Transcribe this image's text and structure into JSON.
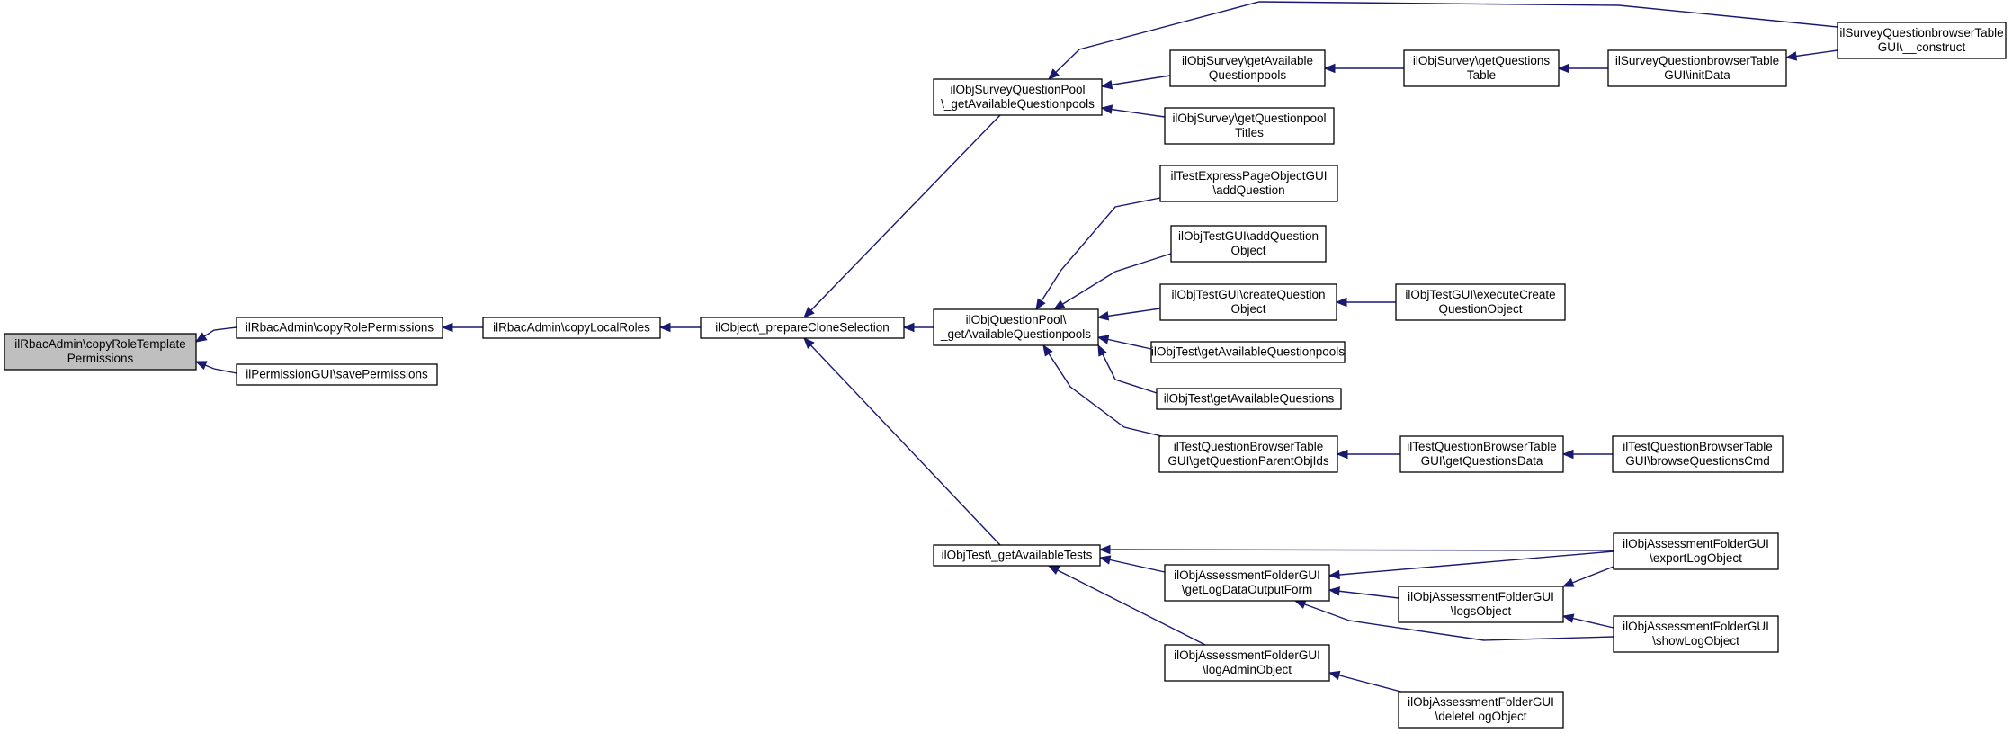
{
  "diagram": {
    "colors": {
      "edge": "#191970",
      "node_border": "#000000",
      "node_fill": "#ffffff",
      "highlight_fill": "#bfbfbf",
      "background": "#ffffff"
    },
    "nodes": [
      {
        "id": "copyRoleTemplatePermissions",
        "lines": [
          "ilRbacAdmin\\copyRoleTemplate",
          "Permissions"
        ],
        "highlight": true
      },
      {
        "id": "copyRolePermissions",
        "lines": [
          "ilRbacAdmin\\copyRolePermissions"
        ]
      },
      {
        "id": "savePermissions",
        "lines": [
          "ilPermissionGUI\\savePermissions"
        ]
      },
      {
        "id": "copyLocalRoles",
        "lines": [
          "ilRbacAdmin\\copyLocalRoles"
        ]
      },
      {
        "id": "prepareCloneSelection",
        "lines": [
          "ilObject\\_prepareCloneSelection"
        ]
      },
      {
        "id": "surveyQP",
        "lines": [
          "ilObjSurveyQuestionPool",
          "\\_getAvailableQuestionpools"
        ]
      },
      {
        "id": "questionPool",
        "lines": [
          "ilObjQuestionPool\\",
          "_getAvailableQuestionpools"
        ]
      },
      {
        "id": "availableTests",
        "lines": [
          "ilObjTest\\_getAvailableTests"
        ]
      },
      {
        "id": "surveyGetAvailQP",
        "lines": [
          "ilObjSurvey\\getAvailable",
          "Questionpools"
        ]
      },
      {
        "id": "surveyGetQPTitles",
        "lines": [
          "ilObjSurvey\\getQuestionpool",
          "Titles"
        ]
      },
      {
        "id": "surveyGetQuestionsTable",
        "lines": [
          "ilObjSurvey\\getQuestions",
          "Table"
        ]
      },
      {
        "id": "surveyQBTInitData",
        "lines": [
          "ilSurveyQuestionbrowserTable",
          "GUI\\initData"
        ]
      },
      {
        "id": "surveyQBTConstruct",
        "lines": [
          "ilSurveyQuestionbrowserTable",
          "GUI\\__construct"
        ]
      },
      {
        "id": "testExpressAddQuestion",
        "lines": [
          "ilTestExpressPageObjectGUI",
          "\\addQuestion"
        ]
      },
      {
        "id": "objTestGuiAddQuestionObject",
        "lines": [
          "ilObjTestGUI\\addQuestion",
          "Object"
        ]
      },
      {
        "id": "objTestGuiCreateQuestionObject",
        "lines": [
          "ilObjTestGUI\\createQuestion",
          "Object"
        ]
      },
      {
        "id": "objTestGetAvailQP",
        "lines": [
          "ilObjTest\\getAvailableQuestionpools"
        ]
      },
      {
        "id": "objTestGetAvailQuestions",
        "lines": [
          "ilObjTest\\getAvailableQuestions"
        ]
      },
      {
        "id": "tqbtGetParentObjIds",
        "lines": [
          "ilTestQuestionBrowserTable",
          "GUI\\getQuestionParentObjIds"
        ]
      },
      {
        "id": "testGuiExecuteCreate",
        "lines": [
          "ilObjTestGUI\\executeCreate",
          "QuestionObject"
        ]
      },
      {
        "id": "tqbtGetQuestionsData",
        "lines": [
          "ilTestQuestionBrowserTable",
          "GUI\\getQuestionsData"
        ]
      },
      {
        "id": "tqbtBrowseQuestionsCmd",
        "lines": [
          "ilTestQuestionBrowserTable",
          "GUI\\browseQuestionsCmd"
        ]
      },
      {
        "id": "afGetLogDataOutputForm",
        "lines": [
          "ilObjAssessmentFolderGUI",
          "\\getLogDataOutputForm"
        ]
      },
      {
        "id": "afLogAdminObject",
        "lines": [
          "ilObjAssessmentFolderGUI",
          "\\logAdminObject"
        ]
      },
      {
        "id": "afLogsObject",
        "lines": [
          "ilObjAssessmentFolderGUI",
          "\\logsObject"
        ]
      },
      {
        "id": "afDeleteLogObject",
        "lines": [
          "ilObjAssessmentFolderGUI",
          "\\deleteLogObject"
        ]
      },
      {
        "id": "afExportLogObject",
        "lines": [
          "ilObjAssessmentFolderGUI",
          "\\exportLogObject"
        ]
      },
      {
        "id": "afShowLogObject",
        "lines": [
          "ilObjAssessmentFolderGUI",
          "\\showLogObject"
        ]
      }
    ],
    "edges": [
      {
        "from": "copyRolePermissions",
        "to": "copyRoleTemplatePermissions"
      },
      {
        "from": "savePermissions",
        "to": "copyRoleTemplatePermissions"
      },
      {
        "from": "copyLocalRoles",
        "to": "copyRolePermissions"
      },
      {
        "from": "prepareCloneSelection",
        "to": "copyLocalRoles"
      },
      {
        "from": "surveyQP",
        "to": "prepareCloneSelection"
      },
      {
        "from": "questionPool",
        "to": "prepareCloneSelection"
      },
      {
        "from": "availableTests",
        "to": "prepareCloneSelection"
      },
      {
        "from": "surveyGetAvailQP",
        "to": "surveyQP"
      },
      {
        "from": "surveyGetQPTitles",
        "to": "surveyQP"
      },
      {
        "from": "surveyQBTConstruct",
        "to": "surveyQP"
      },
      {
        "from": "surveyGetQuestionsTable",
        "to": "surveyGetAvailQP"
      },
      {
        "from": "surveyQBTInitData",
        "to": "surveyGetQuestionsTable"
      },
      {
        "from": "surveyQBTConstruct",
        "to": "surveyQBTInitData"
      },
      {
        "from": "testExpressAddQuestion",
        "to": "questionPool"
      },
      {
        "from": "objTestGuiAddQuestionObject",
        "to": "questionPool"
      },
      {
        "from": "objTestGuiCreateQuestionObject",
        "to": "questionPool"
      },
      {
        "from": "objTestGetAvailQP",
        "to": "questionPool"
      },
      {
        "from": "objTestGetAvailQuestions",
        "to": "questionPool"
      },
      {
        "from": "tqbtGetParentObjIds",
        "to": "questionPool"
      },
      {
        "from": "testGuiExecuteCreate",
        "to": "objTestGuiCreateQuestionObject"
      },
      {
        "from": "tqbtGetQuestionsData",
        "to": "tqbtGetParentObjIds"
      },
      {
        "from": "tqbtBrowseQuestionsCmd",
        "to": "tqbtGetQuestionsData"
      },
      {
        "from": "afExportLogObject",
        "to": "availableTests"
      },
      {
        "from": "afGetLogDataOutputForm",
        "to": "availableTests"
      },
      {
        "from": "afLogAdminObject",
        "to": "availableTests"
      },
      {
        "from": "afExportLogObject",
        "to": "afGetLogDataOutputForm"
      },
      {
        "from": "afLogsObject",
        "to": "afGetLogDataOutputForm"
      },
      {
        "from": "afShowLogObject",
        "to": "afGetLogDataOutputForm"
      },
      {
        "from": "afDeleteLogObject",
        "to": "afLogAdminObject"
      },
      {
        "from": "afExportLogObject",
        "to": "afLogsObject"
      },
      {
        "from": "afShowLogObject",
        "to": "afLogsObject"
      }
    ]
  }
}
